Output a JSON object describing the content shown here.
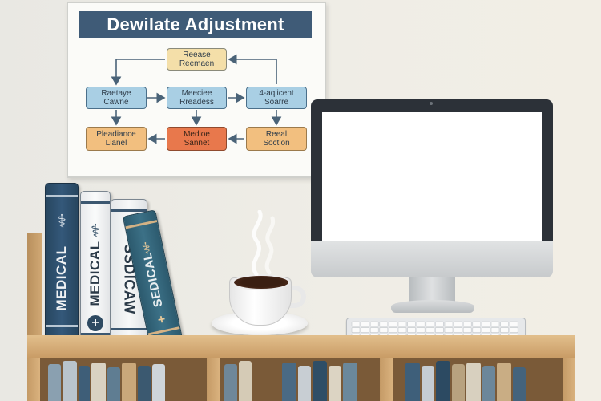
{
  "poster": {
    "title": "Dewilate Adjustment",
    "boxes": {
      "top": "Reease\nReemaen",
      "mid_left": "Raetaye\nCawne",
      "mid_center": "Meeciee\nRreadess",
      "mid_right": "4-aqiicent\nSoarre",
      "bottom_left": "Pleadiance\nLianel",
      "bottom_center": "Medioe\nSannet",
      "bottom_right": "Reeal\nSoction"
    },
    "colors": {
      "title_bg": "#3f5b77",
      "box_blue": "#a9cfe4",
      "box_yellow": "#f4dfa9",
      "box_orange": "#f2bf7f",
      "box_red": "#e8784c",
      "arrow": "#4a6378"
    }
  },
  "books": [
    {
      "spine": "MEDICAL",
      "color": "#34587a",
      "emblem": "caduceus-icon"
    },
    {
      "spine": "MEDICAL",
      "color": "#f4f5f6",
      "emblem": "caduceus-icon",
      "badge": "+"
    },
    {
      "spine": "SSDICAW",
      "color": "#f1f2f3",
      "emblem": "caduceus-icon"
    },
    {
      "spine": "SEDICAL",
      "color": "#3c7187",
      "emblem": "caduceus-icon",
      "badge": "+"
    }
  ],
  "monitor": {
    "screen_color": "#ffffff",
    "bezel_color": "#2c3138"
  },
  "shelf_color": "#d0a874"
}
